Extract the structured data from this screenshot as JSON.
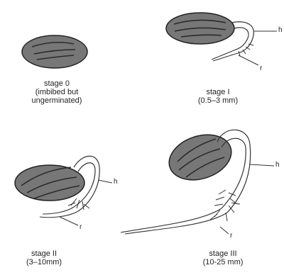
{
  "stages": [
    {
      "caption": "stage 0",
      "caption_note_1": "(imbibed but",
      "caption_note_2": "ungerminated)"
    },
    {
      "caption": "stage I",
      "caption_note_1": "(0.5–3 mm)",
      "label_hypocotyl": "h",
      "label_root": "r"
    },
    {
      "caption": "stage II",
      "caption_note_1": "(3–10mm)",
      "label_hypocotyl": "h",
      "label_root": "r"
    },
    {
      "caption": "stage III",
      "caption_note_1": "(10-25 mm)",
      "label_hypocotyl": "h",
      "label_root": "r"
    }
  ],
  "colors": {
    "seed_fill": "#777777",
    "seed_stroke": "#222222",
    "seed_lines": "#2b2b2b",
    "ink": "#333333"
  }
}
